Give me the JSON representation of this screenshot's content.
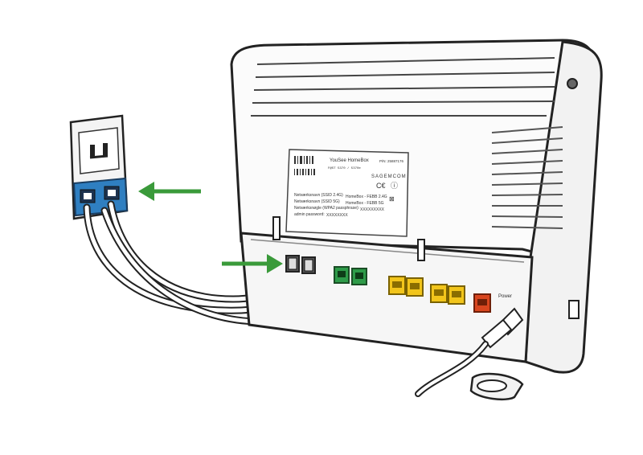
{
  "label": {
    "model": "YouSee HomeBox",
    "pn": "P/N: 25887176",
    "product_id": "F@ST 5370 / 5370e",
    "brand": "SAGEMCOM",
    "ssid24": "Netværksnavn (SSID 2.4G)",
    "ssid24_value": "HomeBox - FEBB 2.4G",
    "ssid5": "Netværksnavn (SSID 5G)",
    "ssid5_value": "HomeBox - FEBB 5G",
    "wpa": "Netværksnøgle (WPA2 passphrase):",
    "wpa_value": "XXXXXXXXX",
    "admin": "admin password:",
    "admin_value": "XXXXXXXX"
  },
  "ports": {
    "power": "Power"
  },
  "colors": {
    "arrow": "#3a9a3a",
    "socket_blue": "#2f7fc1",
    "dsl_port": "#2e9b49",
    "lan_port": "#f2c51b",
    "power_port": "#d8461f",
    "outline": "#222222"
  }
}
